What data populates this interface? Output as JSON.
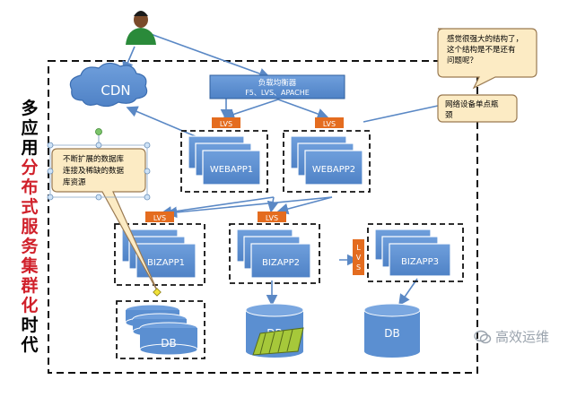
{
  "title": {
    "black_top": [
      "多",
      "应",
      "用"
    ],
    "red_mid": [
      "分",
      "布",
      "式",
      "服",
      "务",
      "集",
      "群",
      "化"
    ],
    "black_bottom": [
      "时",
      "代"
    ]
  },
  "cdn_label": "CDN",
  "load_balancer": {
    "line1": "负载均衡器",
    "line2": "F5、LVS、APACHE"
  },
  "lvs_label": "LVS",
  "lvs_vertical": [
    "L",
    "V",
    "S"
  ],
  "webapps": [
    "WEBAPP1",
    "WEBAPP2"
  ],
  "bizapps": [
    "BIZAPP1",
    "BIZAPP2",
    "BIZAPP3"
  ],
  "db_label": "DB",
  "callouts": {
    "top_right": [
      "感觉很强大的结构了，",
      "这个结构是不是还有",
      "问题呢？"
    ],
    "network": [
      "网络设备单点瓶",
      "颈"
    ],
    "database": [
      "不断扩展的数据库",
      "连接及稀缺的数据",
      "库资源"
    ]
  },
  "watermark": "高效运维",
  "colors": {
    "box_blue": "#5b8fd1",
    "box_stroke": "#2f5f9e",
    "lvs_orange": "#e46c1f",
    "callout_fill": "#fcebc4",
    "callout_stroke": "#9a7a52",
    "red_text": "#d0202a",
    "arrow": "#5a88c5"
  }
}
